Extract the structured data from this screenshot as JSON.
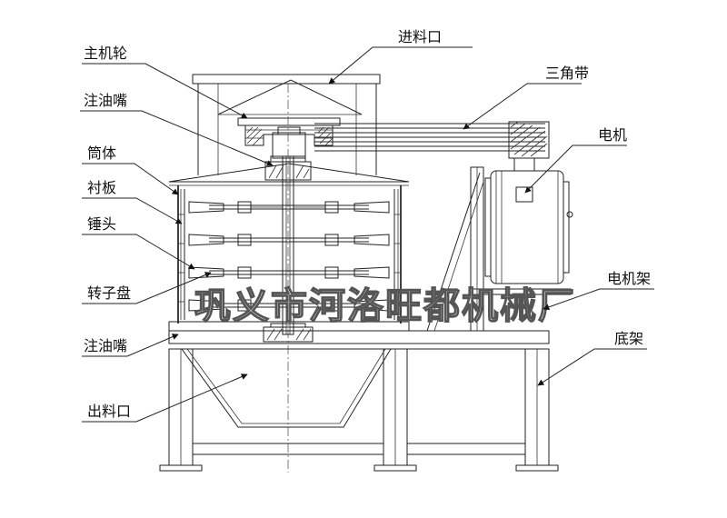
{
  "labels": {
    "feed_inlet": "进料口",
    "main_pulley": "主机轮",
    "v_belt": "三角带",
    "grease_nozzle_top": "注油嘴",
    "motor": "电机",
    "cylinder": "筒体",
    "liner": "衬板",
    "hammer": "锤头",
    "motor_frame": "电机架",
    "rotor_disc": "转子盘",
    "grease_nozzle_bottom": "注油嘴",
    "base_frame": "底架",
    "discharge_outlet": "出料口"
  },
  "watermark": "巩义市河洛旺都机械厂"
}
